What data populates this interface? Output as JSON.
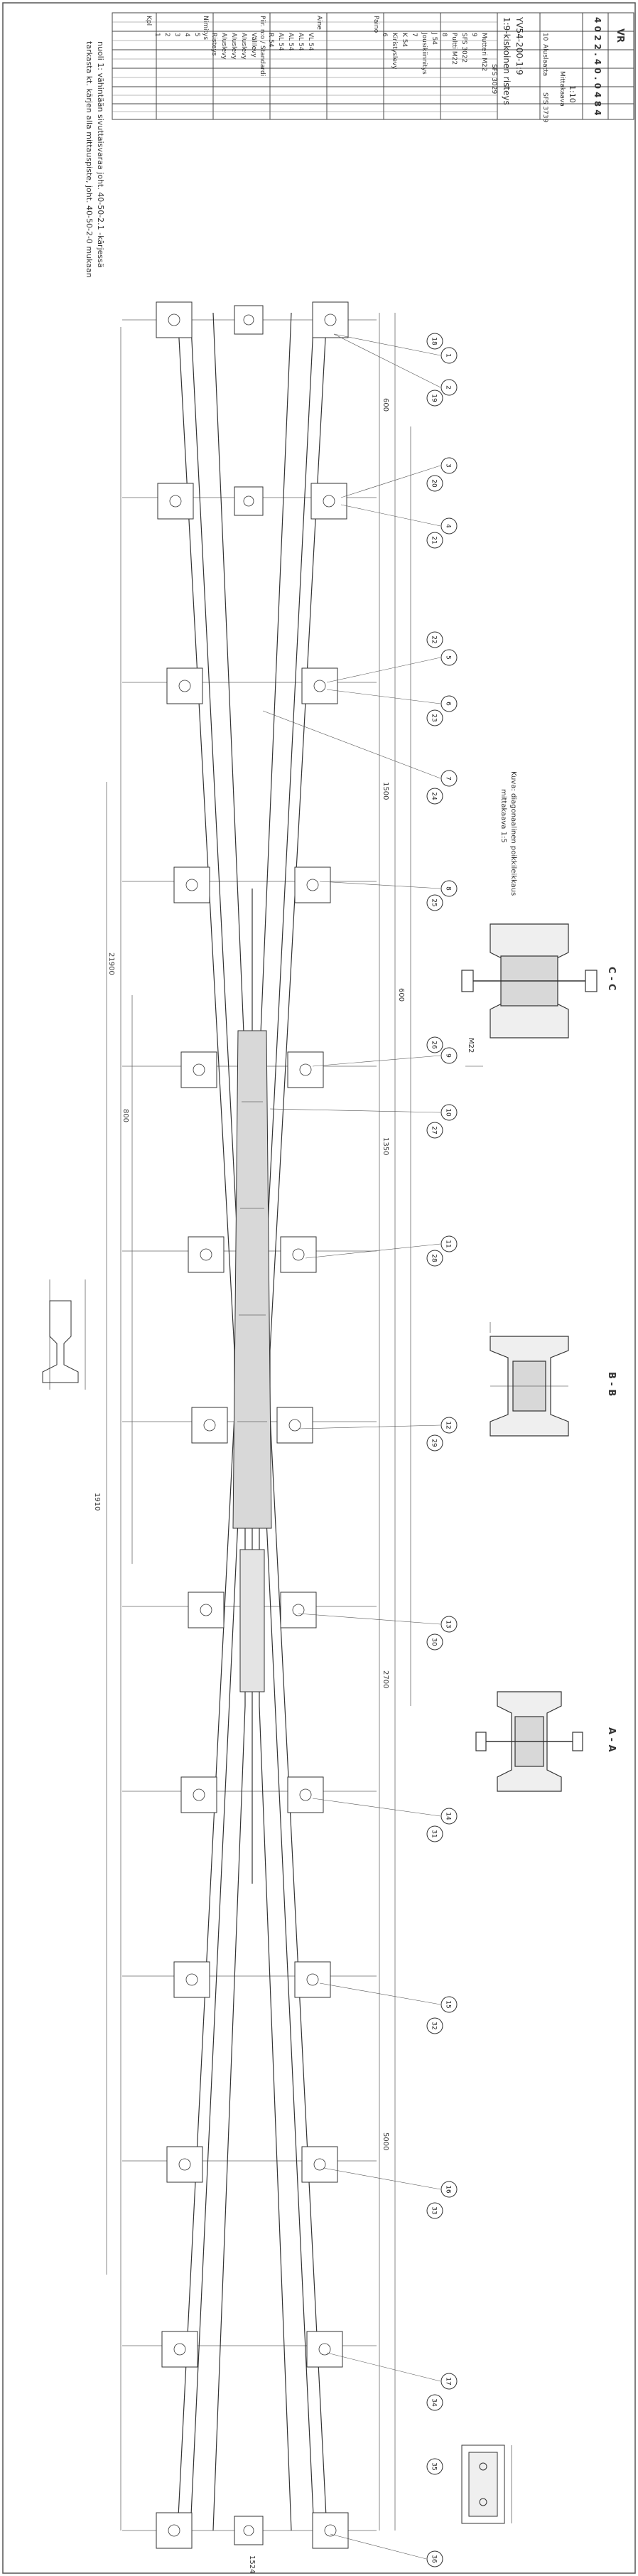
{
  "notes": {
    "line1": "nuoli 1: vähintään sivuttaisvaraa joht. 40-50-2.1 -kärjessä",
    "line2": "tarkasta kt. kärjen alla mittauspiste, joht. 40-50-2-0 mukaan"
  },
  "title_block": {
    "title_line1": "YV54-200-1:9",
    "title_line2": "1:9-kiskoinen risteys",
    "organization": "VR",
    "drawing_number": "4 0 2 2 . 4 0 . 0 4 8 4",
    "scale": "1:10",
    "sheet_label": "Mittakaava",
    "parts_header": [
      "Kpl",
      "Nimitys",
      "Piir. n:o / Standardi",
      "Aine",
      "Paino"
    ],
    "parts": [
      {
        "pos": "1",
        "name": "Risteys",
        "ref": "R 54"
      },
      {
        "pos": "2",
        "name": "Aluslevy",
        "ref": "AL 54"
      },
      {
        "pos": "3",
        "name": "Aluslevy",
        "ref": "AL 54"
      },
      {
        "pos": "4",
        "name": "Aluslevy",
        "ref": "AL 54"
      },
      {
        "pos": "5",
        "name": "Välilevy",
        "ref": "VL 54"
      },
      {
        "pos": "6",
        "name": "Kiristyslevy",
        "ref": "K 54"
      },
      {
        "pos": "7",
        "name": "Jousikiinnitys",
        "ref": "J 54"
      },
      {
        "pos": "8",
        "name": "Pultti M22",
        "ref": "SFS 3022"
      },
      {
        "pos": "9",
        "name": "Mutteri M22",
        "ref": "SFS 3029"
      },
      {
        "pos": "10",
        "name": "Aluslaatta",
        "ref": "SFS 3739"
      }
    ]
  },
  "sections": {
    "aa": "A - A",
    "bb": "B - B",
    "cc": "C - C",
    "caption_line1": "Kuva: diagonaalinen poikkileikkaus",
    "caption_line2": "mittakaava 1:5",
    "bolt_label": "M22"
  },
  "balloons": [
    "1",
    "2",
    "3",
    "4",
    "5",
    "6",
    "7",
    "8",
    "9",
    "10",
    "11",
    "12",
    "13",
    "14",
    "15",
    "16",
    "17",
    "18",
    "19",
    "20",
    "21",
    "22",
    "23",
    "24",
    "25",
    "26",
    "27",
    "28",
    "29",
    "30",
    "31",
    "32",
    "33",
    "34",
    "35",
    "36"
  ],
  "dimensions": {
    "overall": "21900",
    "d1": "1910",
    "d2": "800",
    "d3": "600",
    "d4": "1500",
    "d5": "1350",
    "d6": "600",
    "d7": "2700",
    "d8": "5000",
    "gauge": "1524"
  },
  "colors": {
    "line": "#333333",
    "paper": "#ffffff",
    "fill": "#d8d8d8"
  }
}
